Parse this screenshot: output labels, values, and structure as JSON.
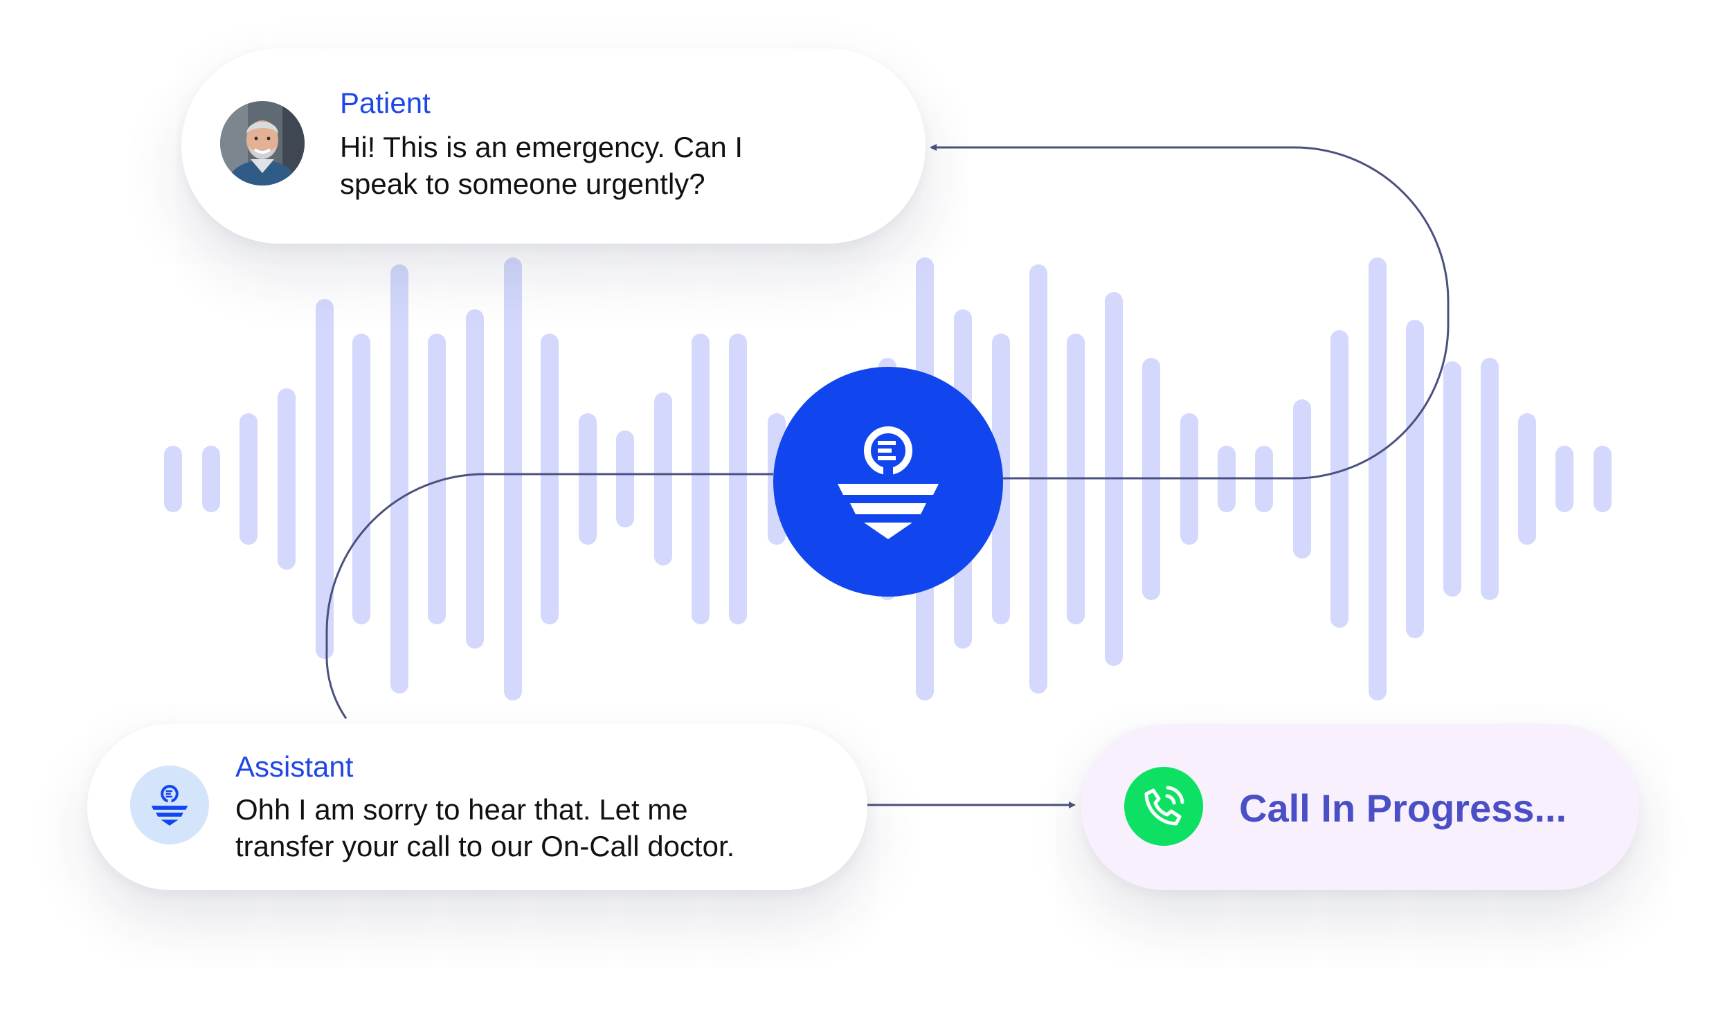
{
  "patient": {
    "role": "Patient",
    "message_line1": "Hi! This is an emergency. Can I",
    "message_line2": "speak to someone urgently?"
  },
  "assistant": {
    "role": "Assistant",
    "message_line1": "Ohh I am sorry to hear that. Let me",
    "message_line2": "transfer your call to our On-Call doctor."
  },
  "call_status": {
    "label": "Call In Progress..."
  },
  "icons": {
    "patient_avatar": "person-photo-icon",
    "assistant_avatar": "ai-agent-logo-icon",
    "hub": "ai-agent-logo-icon",
    "call": "phone-ringing-icon"
  },
  "colors": {
    "accent": "#1146ee",
    "role_label": "#1f47e6",
    "waveform": "#d3d8fc",
    "connector": "#4a5080",
    "call_icon": "#0ee064",
    "call_text": "#4a4fc6",
    "call_bubble": "#f8f1fd",
    "assistant_avatar": "#d4e4fb"
  }
}
